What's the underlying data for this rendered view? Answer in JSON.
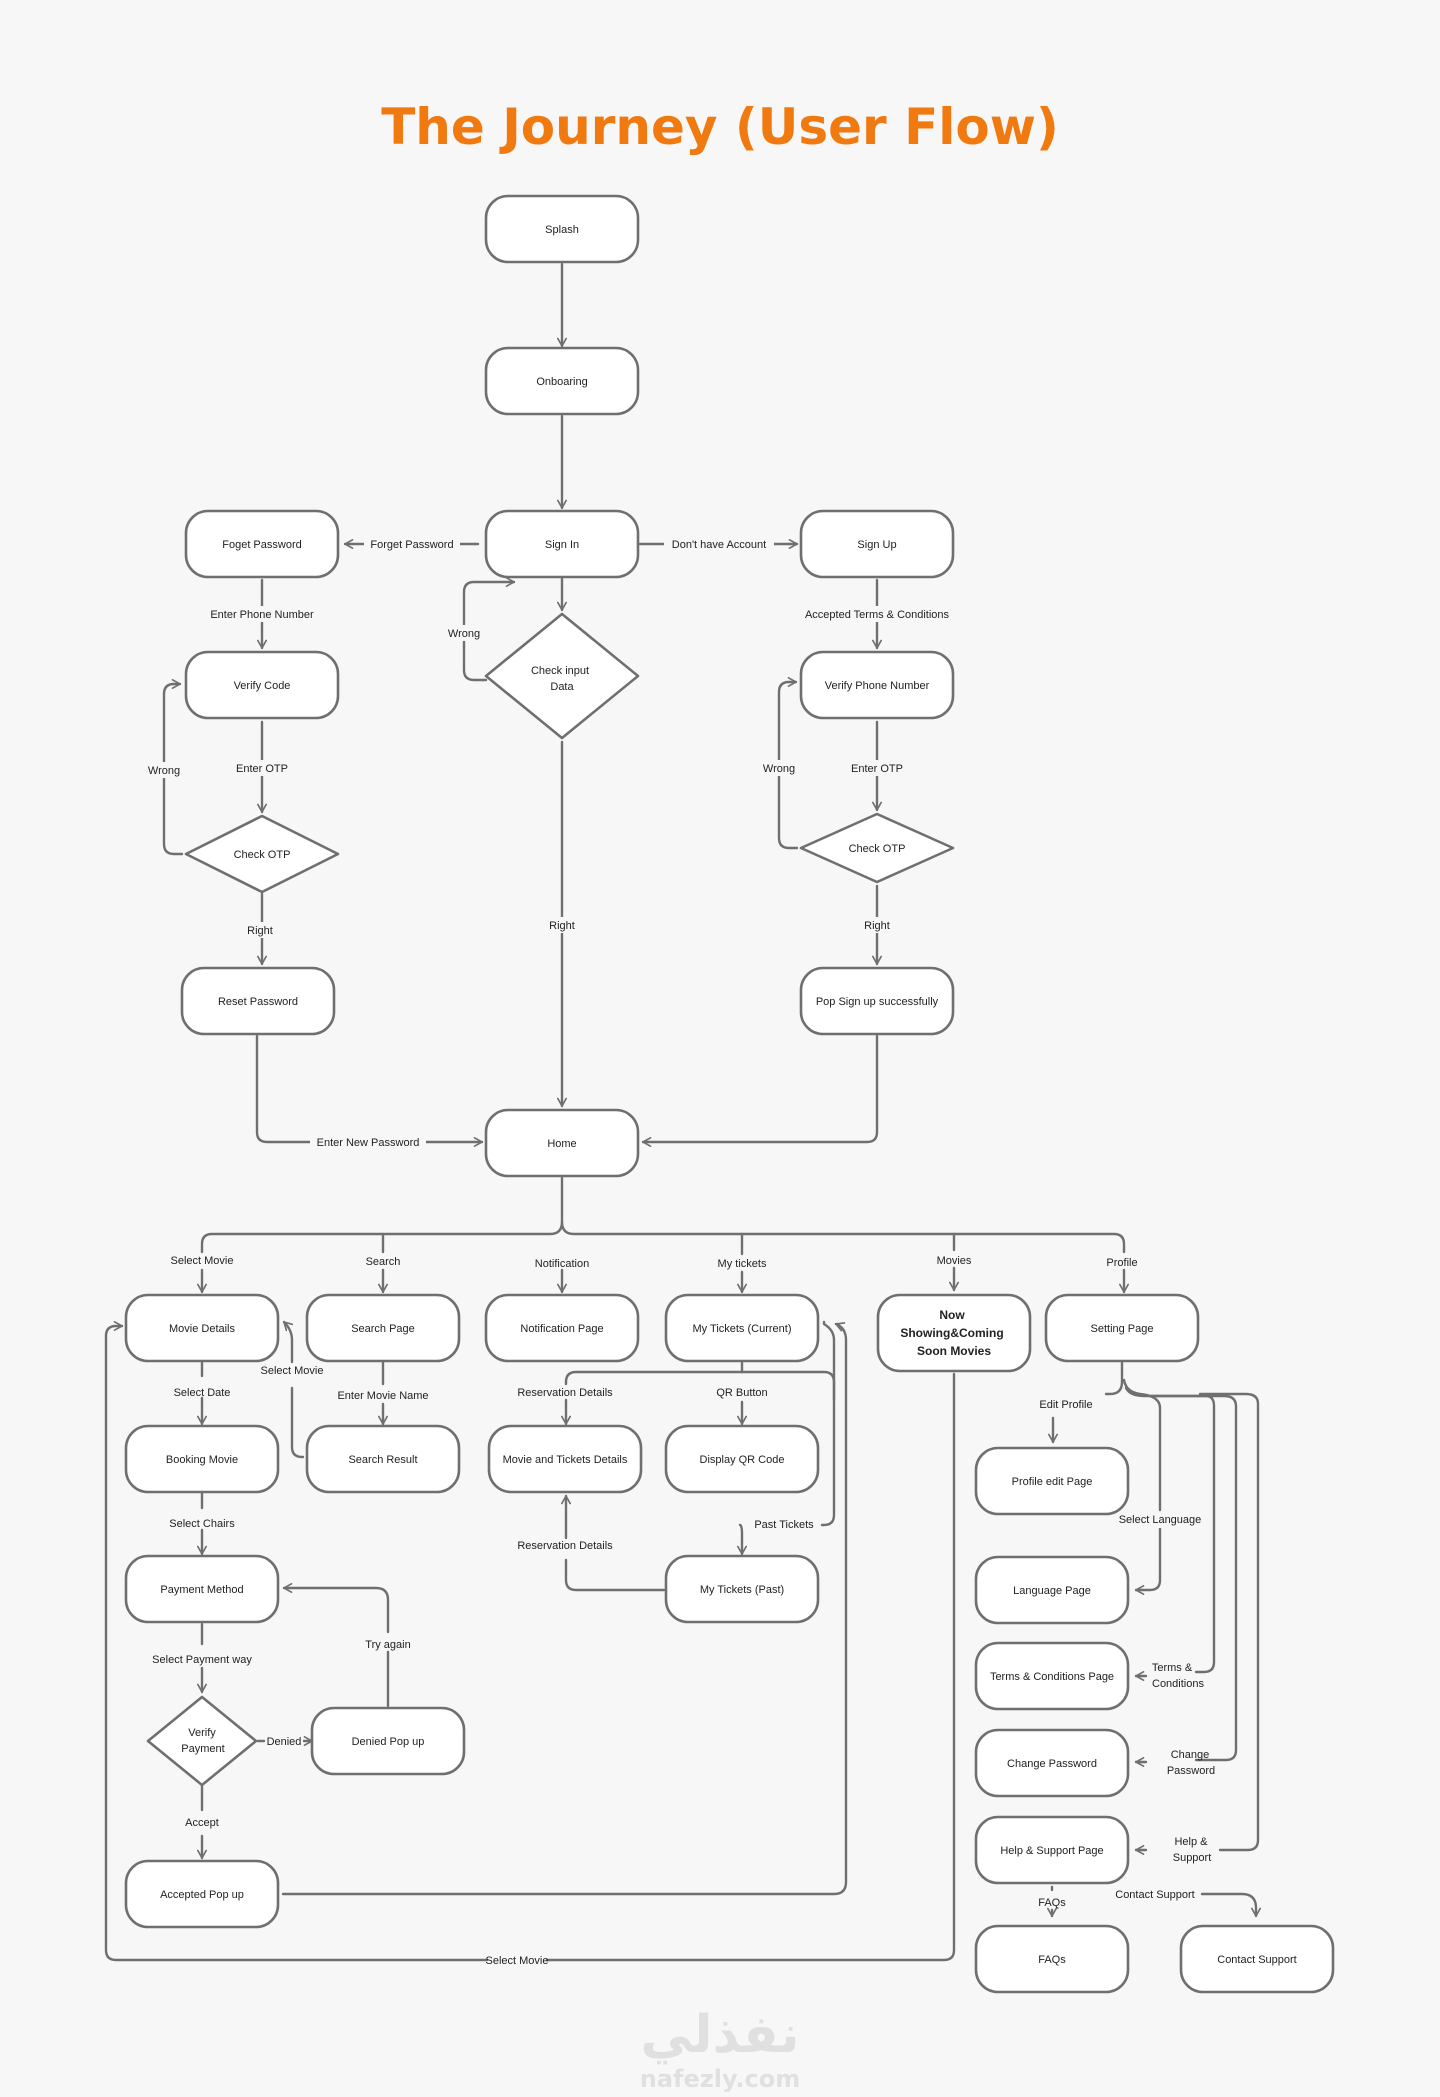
{
  "title": "The Journey (User Flow)",
  "colors": {
    "title": "#f07a10",
    "stroke": "#6f6f6f",
    "node_fill": "#ffffff"
  },
  "nodes": {
    "splash": "Splash",
    "onboarding": "Onboaring",
    "sign_in": "Sign In",
    "forget_password": "Foget Password",
    "sign_up": "Sign Up",
    "verify_code": "Verify Code",
    "check_input_1": "Check input",
    "check_input_2": "Data",
    "verify_phone": "Verify Phone Number",
    "check_otp_left": "Check OTP",
    "check_otp_right": "Check OTP",
    "reset_password": "Reset Password",
    "pop_signup": "Pop Sign up successfully",
    "home": "Home",
    "movie_details": "Movie Details",
    "search_page": "Search Page",
    "notification_page": "Notification Page",
    "my_tickets_current": "My Tickets (Current)",
    "now_showing_1": "Now",
    "now_showing_2": "Showing&Coming",
    "now_showing_3": "Soon Movies",
    "setting_page": "Setting Page",
    "booking_movie": "Booking Movie",
    "search_result": "Search Result",
    "movie_tickets_details": "Movie and Tickets Details",
    "display_qr": "Display QR Code",
    "profile_edit": "Profile edit Page",
    "payment_method": "Payment Method",
    "my_tickets_past": "My Tickets (Past)",
    "language_page": "Language Page",
    "terms_page": "Terms & Conditions Page",
    "verify_payment_1": "Verify",
    "verify_payment_2": "Payment",
    "denied_popup": "Denied Pop up",
    "change_password": "Change Password",
    "help_support": "Help & Support Page",
    "accepted_popup": "Accepted Pop up",
    "faqs": "FAQs",
    "contact_support": "Contact Support"
  },
  "edges": {
    "forget_password": "Forget Password",
    "dont_have_account": "Don't have Account",
    "enter_phone": "Enter Phone Number",
    "accepted_terms": "Accepted Terms & Conditions",
    "wrong_signin": "Wrong",
    "wrong_left": "Wrong",
    "wrong_right": "Wrong",
    "enter_otp_left": "Enter OTP",
    "enter_otp_right": "Enter OTP",
    "right_left": "Right",
    "right_center": "Right",
    "right_right": "Right",
    "enter_new_password": "Enter New Password",
    "select_movie_branch": "Select Movie",
    "search_branch": "Search",
    "notification_branch": "Notification",
    "my_tickets_branch": "My tickets",
    "movies_branch": "Movies",
    "profile_branch": "Profile",
    "select_movie_from_search": "Select Movie",
    "select_date": "Select Date",
    "enter_movie_name": "Enter Movie Name",
    "reservation_details_top": "Reservation Details",
    "qr_button": "QR Button",
    "edit_profile": "Edit Profile",
    "select_chairs": "Select Chairs",
    "past_tickets": "Past Tickets",
    "reservation_details_bottom": "Reservation Details",
    "select_language": "Select Language",
    "try_again": "Try again",
    "select_payment_way": "Select Payment way",
    "denied": "Denied",
    "terms_1": "Terms &",
    "terms_2": "Conditions",
    "change_1": "Change",
    "change_2": "Password",
    "accept": "Accept",
    "help_1": "Help &",
    "help_2": "Support",
    "faqs_edge": "FAQs",
    "contact_support_edge": "Contact Support",
    "select_movie_bottom": "Select Movie"
  },
  "watermark": {
    "arabic": "نفذلي",
    "latin": "nafezly.com"
  }
}
